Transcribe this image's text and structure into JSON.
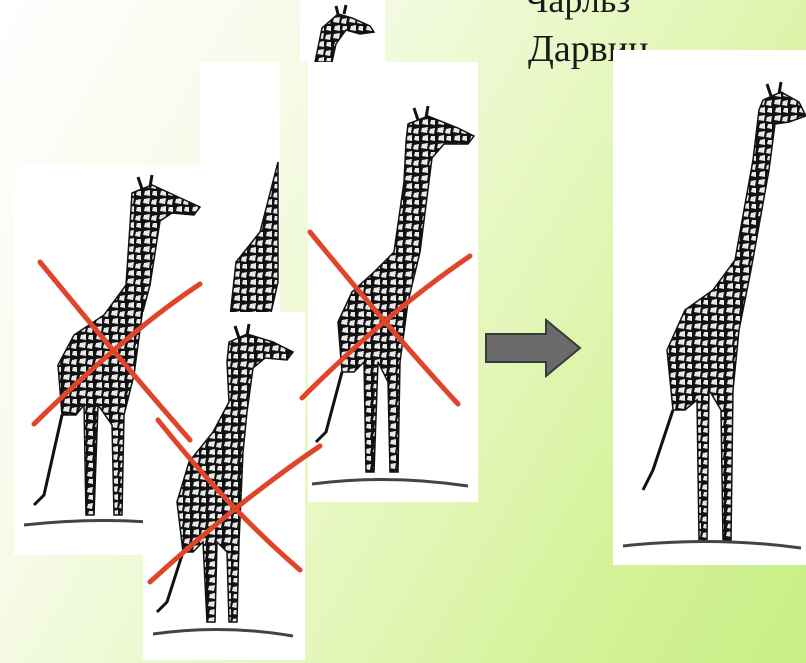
{
  "captions": {
    "top_partial": "Чарльз",
    "main": "Дарвин"
  },
  "images": {
    "giraffes_rejected": [
      "giraffe-short-neck-1",
      "giraffe-short-neck-2",
      "giraffe-medium-neck",
      "giraffe-partial-neck"
    ],
    "giraffe_selected": "giraffe-long-neck"
  },
  "colors": {
    "cross": "#e0442a",
    "arrow": "#6a6a6a",
    "ink": "#111111"
  }
}
